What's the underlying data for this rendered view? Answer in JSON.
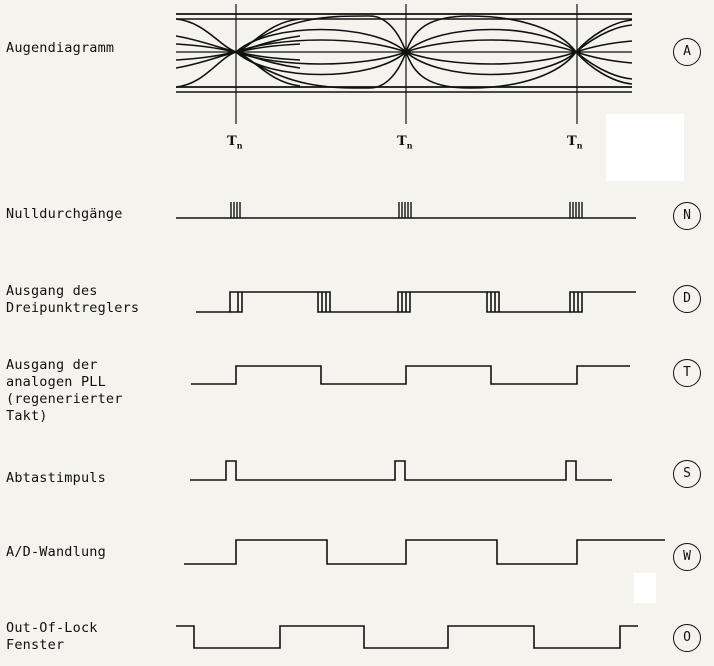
{
  "rows": [
    {
      "id": "A",
      "label": "Augendiagramm"
    },
    {
      "id": "N",
      "label": "Nulldurchgänge"
    },
    {
      "id": "D",
      "label": "Ausgang des\nDreipunktreglers"
    },
    {
      "id": "T",
      "label": "Ausgang der\nanalogen PLL\n(regenerierter\nTakt)"
    },
    {
      "id": "S",
      "label": "Abtastimpuls"
    },
    {
      "id": "W",
      "label": "A/D-Wandlung"
    },
    {
      "id": "O",
      "label": "Out-Of-Lock\nFenster"
    }
  ],
  "tick_label": "T",
  "tick_sub": "n"
}
